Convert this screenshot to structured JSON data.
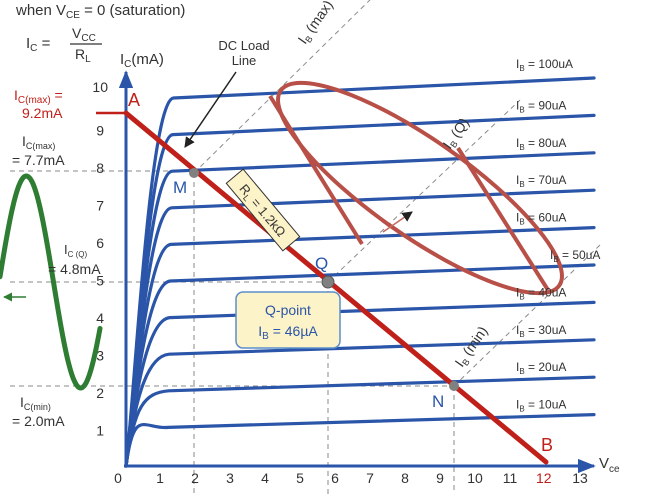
{
  "header": {
    "line1": "when V",
    "line1_sub": "CE",
    "line1_rest": " = 0  (saturation)",
    "ic": "I",
    "ic_sub": "C",
    "eq": " = ",
    "num": "V",
    "num_sub": "CC",
    "den": "R",
    "den_sub": "L"
  },
  "axes": {
    "y_label": "I",
    "y_label_sub": "C",
    "y_label_unit": "(mA)",
    "x_label": "V",
    "x_label_sub": "ce",
    "x_ticks": [
      "0",
      "1",
      "2",
      "3",
      "4",
      "5",
      "6",
      "7",
      "8",
      "9",
      "10",
      "11",
      "12",
      "13"
    ],
    "y_ticks": [
      "1",
      "2",
      "3",
      "4",
      "5",
      "6",
      "7",
      "8",
      "9",
      "10"
    ],
    "x_range": [
      0,
      13
    ],
    "y_range": [
      0,
      10
    ]
  },
  "annotations": {
    "dc_load_line": [
      "DC Load",
      "Line"
    ],
    "ib_max": "I",
    "ib_max_sub": "B",
    "ib_max_rest": " (max)",
    "ib_q": "I",
    "ib_q_sub": "B",
    "ib_q_rest": " (Q)",
    "ib_min": "I",
    "ib_min_sub": "B",
    "ib_min_rest": " (min)",
    "rl_label": "R",
    "rl_sub": "L",
    "rl_rest": " = 1.2kΩ",
    "point_a": "A",
    "point_b": "B",
    "point_m": "M",
    "point_q": "Q",
    "point_n": "N",
    "qpoint_title": "Q-point",
    "qpoint_ib": "I",
    "qpoint_ib_sub": "B",
    "qpoint_ib_rest": " = 46µA",
    "ic_max_sat_label": "I",
    "ic_max_sat_sub": "C(max)",
    "ic_max_sat_eq": " = ",
    "ic_max_sat_value": "9.2mA",
    "ic_max_label": "I",
    "ic_max_sub": "C(max)",
    "ic_max_value": "= 7.7mA",
    "ic_q_label": "I",
    "ic_q_sub": "C (Q)",
    "ic_q_value": "= 4.8mA",
    "ic_min_label": "I",
    "ic_min_sub": "C(min)",
    "ic_min_value": "= 2.0mA",
    "b_value": "12"
  },
  "curve_labels": [
    {
      "prefix": "I",
      "sub": "B",
      "rest": " = 100uA"
    },
    {
      "prefix": "I",
      "sub": "B",
      "rest": " = 90uA"
    },
    {
      "prefix": "I",
      "sub": "B",
      "rest": " = 80uA"
    },
    {
      "prefix": "I",
      "sub": "B",
      "rest": " = 70uA"
    },
    {
      "prefix": "I",
      "sub": "B",
      "rest": " = 60uA"
    },
    {
      "prefix": "I",
      "sub": "B",
      "rest": " = 50uA"
    },
    {
      "prefix": "I",
      "sub": "B",
      "rest": " = 40uA"
    },
    {
      "prefix": "I",
      "sub": "B",
      "rest": " = 30uA"
    },
    {
      "prefix": "I",
      "sub": "B",
      "rest": " = 20uA"
    },
    {
      "prefix": "I",
      "sub": "B",
      "rest": " = 10uA"
    }
  ],
  "colors": {
    "curve": "#2a55a8",
    "load_line": "#c0201a",
    "ellipse": "#b85048",
    "sine": "#2e7d32",
    "grid": "#8a8a8a",
    "point": "#808080",
    "qbox_fill": "#fdf3c8",
    "qbox_stroke": "#5b8fc9",
    "rl_fill": "#fdf3c8",
    "label_red": "#c0201a",
    "text": "#333333"
  }
}
